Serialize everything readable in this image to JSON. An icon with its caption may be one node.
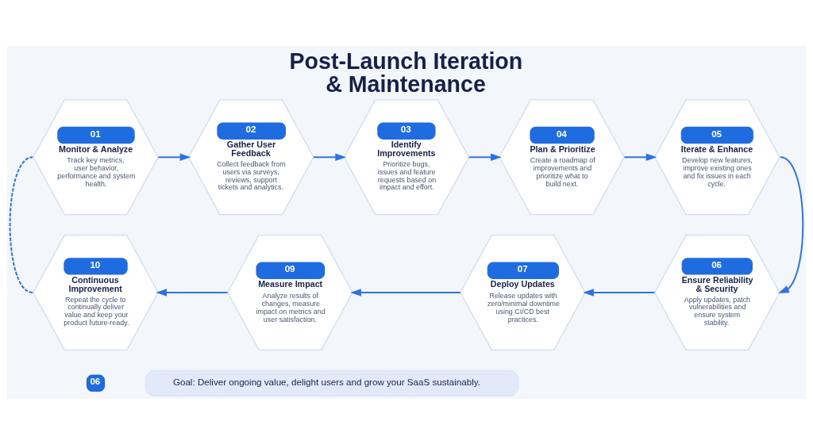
{
  "diagram": {
    "title": "Post-Launch Iteration & Maintenance",
    "nodes": [
      {
        "text": [
          "01",
          "Monitor & Analyze",
          "Track key metrics, user behavior, performance and system health."
        ]
      },
      {
        "text": [
          "02",
          "Gather User Feedback",
          "Collect feedback from users via surveys, reviews, support tickets and analytics."
        ]
      },
      {
        "text": [
          "03",
          "Identify Improvements",
          "Prioritize bugs, issues and feature requests based on impact and effort."
        ]
      },
      {
        "text": [
          "04",
          "Plan & Prioritize",
          "Create a roadmap of improvements and prioritize what to build next."
        ]
      },
      {
        "text": [
          "05",
          "Iterate & Enhance",
          "Develop new features, improve existing ones and fix issues in each cycle."
        ]
      },
      {
        "text": [
          "06",
          "Ensure Reliability & Security",
          "Apply updates, patch vulnerabilities and ensure system stability."
        ]
      },
      {
        "text": [
          "07",
          "Deploy Updates",
          "Release updates with zero/minimal downtime using CI/CD best practices."
        ]
      },
      {
        "text": [
          "09",
          "Measure Impact",
          "Analyze results of changes, measure impact on metrics and user satisfaction."
        ]
      },
      {
        "text": [
          "10",
          "Continuous Improvement",
          "Repeat the cycle to continually deliver value and keep your product future-ready."
        ]
      },
      {
        "text": [
          "Goal: Deliver ongoing value, delight users and grow your SaaS sustainably."
        ]
      }
    ],
    "edges": [
      {
        "from": 0,
        "to": 1,
        "arrow": "to"
      },
      {
        "from": 1,
        "to": 2,
        "arrow": "to"
      },
      {
        "from": 2,
        "to": 3,
        "arrow": "to"
      },
      {
        "from": 3,
        "to": 4,
        "arrow": "to"
      },
      {
        "from": 4,
        "to": 5,
        "arrow": "to"
      },
      {
        "from": 5,
        "to": 6,
        "arrow": "to"
      },
      {
        "from": 6,
        "to": 7,
        "arrow": "to"
      },
      {
        "from": 7,
        "to": 8,
        "arrow": "to"
      },
      {
        "from": 8,
        "to": 0,
        "arrow": "none",
        "style": "dashed"
      }
    ],
    "labels": [
      "06"
    ]
  }
}
